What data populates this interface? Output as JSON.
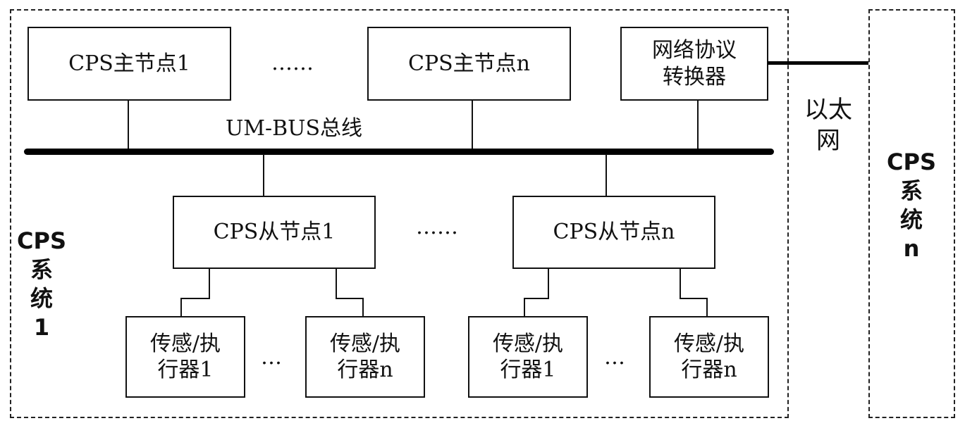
{
  "masters": {
    "first": "CPS主节点1",
    "last": "CPS主节点n",
    "dots": "……"
  },
  "converter": {
    "label": "网络协议\n转换器"
  },
  "bus": {
    "label": "UM-BUS总线"
  },
  "slaves": {
    "first": "CPS从节点1",
    "last": "CPS从节点n",
    "dots": "……"
  },
  "devices": {
    "g1_first": "传感/执\n行器1",
    "g1_last": "传感/执\n行器n",
    "g2_first": "传感/执\n行器1",
    "g2_last": "传感/执\n行器n",
    "dots": "…"
  },
  "ethernet": {
    "label": "以太\n网"
  },
  "system1": {
    "label": "CPS\n系\n统\n1"
  },
  "systemN": {
    "label": "CPS\n系\n统\nn"
  }
}
